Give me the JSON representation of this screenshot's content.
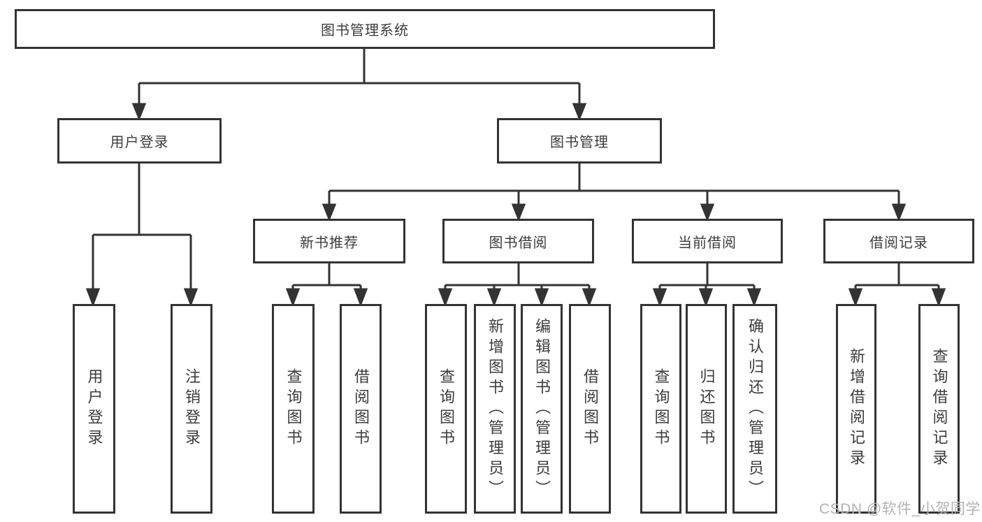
{
  "diagram": {
    "type": "hierarchy-tree",
    "line_color": "#333333",
    "box_background": "#ffffff",
    "text_color": "#3c3c3c"
  },
  "nodes": {
    "root": {
      "label": "图书管理系统"
    },
    "login_group": {
      "label": "用户登录"
    },
    "book_mgmt": {
      "label": "图书管理"
    },
    "new_book_rec": {
      "label": "新书推荐"
    },
    "book_borrow": {
      "label": "图书借阅"
    },
    "current_borrow": {
      "label": "当前借阅"
    },
    "borrow_record": {
      "label": "借阅记录"
    },
    "user_login": {
      "label": "用户登录"
    },
    "logout": {
      "label": "注销登录"
    },
    "rec_query": {
      "label": "查询图书"
    },
    "rec_borrow": {
      "label": "借阅图书"
    },
    "bb_query": {
      "label": "查询图书"
    },
    "bb_add": {
      "label": "新增图书（管理员）"
    },
    "bb_edit": {
      "label": "编辑图书（管理员）"
    },
    "bb_borrow": {
      "label": "借阅图书"
    },
    "cb_query": {
      "label": "查询图书"
    },
    "cb_return": {
      "label": "归还图书"
    },
    "cb_confirm": {
      "label": "确认归还（管理员）"
    },
    "br_add": {
      "label": "新增借阅记录"
    },
    "br_query": {
      "label": "查询借阅记录"
    }
  },
  "edges": [
    {
      "from": "root",
      "to": "login_group"
    },
    {
      "from": "root",
      "to": "book_mgmt"
    },
    {
      "from": "login_group",
      "to": "user_login"
    },
    {
      "from": "login_group",
      "to": "logout"
    },
    {
      "from": "book_mgmt",
      "to": "new_book_rec"
    },
    {
      "from": "book_mgmt",
      "to": "book_borrow"
    },
    {
      "from": "book_mgmt",
      "to": "current_borrow"
    },
    {
      "from": "book_mgmt",
      "to": "borrow_record"
    },
    {
      "from": "new_book_rec",
      "to": "rec_query"
    },
    {
      "from": "new_book_rec",
      "to": "rec_borrow"
    },
    {
      "from": "book_borrow",
      "to": "bb_query"
    },
    {
      "from": "book_borrow",
      "to": "bb_add"
    },
    {
      "from": "book_borrow",
      "to": "bb_edit"
    },
    {
      "from": "book_borrow",
      "to": "bb_borrow"
    },
    {
      "from": "current_borrow",
      "to": "cb_query"
    },
    {
      "from": "current_borrow",
      "to": "cb_return"
    },
    {
      "from": "current_borrow",
      "to": "cb_confirm"
    },
    {
      "from": "borrow_record",
      "to": "br_add"
    },
    {
      "from": "borrow_record",
      "to": "br_query"
    }
  ],
  "watermark": {
    "text": "CSDN @软件_小贺同学"
  }
}
